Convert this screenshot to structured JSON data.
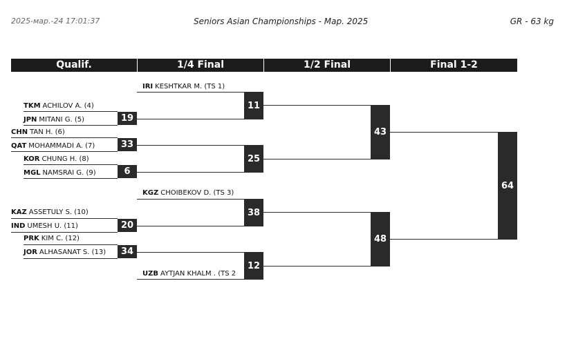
{
  "header": {
    "timestamp": "2025-мар.-24 17:01:37",
    "event": "Seniors Asian Championships - Мар. 2025",
    "weight_class": "GR - 63 kg"
  },
  "rounds": [
    "Qualif.",
    "1/4 Final",
    "1/2 Final",
    "Final 1-2"
  ],
  "athletes": [
    {
      "country": "IRI",
      "name": "KESHTKAR M. (TS 1)"
    },
    {
      "country": "TKM",
      "name": "ACHILOV A. (4)"
    },
    {
      "country": "JPN",
      "name": "MITANI G. (5)"
    },
    {
      "country": "CHN",
      "name": "TAN H. (6)"
    },
    {
      "country": "QAT",
      "name": "MOHAMMADI A. (7)"
    },
    {
      "country": "KOR",
      "name": "CHUNG H. (8)"
    },
    {
      "country": "MGL",
      "name": "NAMSRAI G. (9)"
    },
    {
      "country": "KGZ",
      "name": "CHOIBEKOV D. (TS 3)"
    },
    {
      "country": "KAZ",
      "name": "ASSETULY S. (10)"
    },
    {
      "country": "IND",
      "name": "UMESH U. (11)"
    },
    {
      "country": "PRK",
      "name": "KIM C. (12)"
    },
    {
      "country": "JOR",
      "name": "ALHASANAT S. (13)"
    },
    {
      "country": "UZB",
      "name": "AYTJAN KHALM . (TS 2"
    }
  ],
  "bouts": {
    "qual_19": "19",
    "qual_33": "33",
    "qual_6": "6",
    "qual_20": "20",
    "qual_34": "34",
    "qf_11": "11",
    "qf_25": "25",
    "qf_38": "38",
    "qf_12": "12",
    "sf_43": "43",
    "sf_48": "48",
    "final_64": "64"
  }
}
